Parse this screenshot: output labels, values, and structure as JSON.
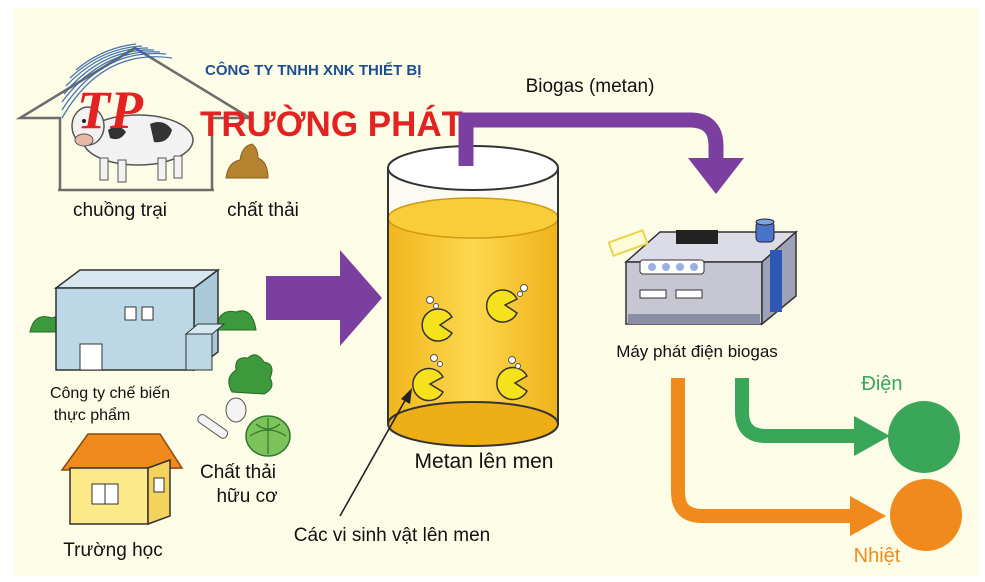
{
  "logo": {
    "monogram": "TP",
    "company_line": "CÔNG TY TNHH XNK THIẾT BỊ",
    "company_name": "TRƯỜNG PHÁT"
  },
  "labels": {
    "barn": "chuồng trại",
    "manure": "chất thải",
    "food_company_line1": "Công ty chế biến",
    "food_company_line2": "thực phẩm",
    "organic_waste_line1": "Chất thải",
    "organic_waste_line2": "hữu cơ",
    "school": "Trường học",
    "tank": "Metan lên men",
    "microbes": "Các vi sinh vật lên men",
    "biogas": "Biogas (metan)",
    "generator": "Máy phát điện biogas",
    "electricity": "Điện",
    "heat": "Nhiệt"
  },
  "colors": {
    "feed_arrow": "#7b3fa0",
    "electricity": "#3aa65a",
    "heat": "#f08a1c",
    "tank_liquid": "#f6c431",
    "logo_red": "#e32222",
    "logo_blue": "#1d4f91"
  }
}
